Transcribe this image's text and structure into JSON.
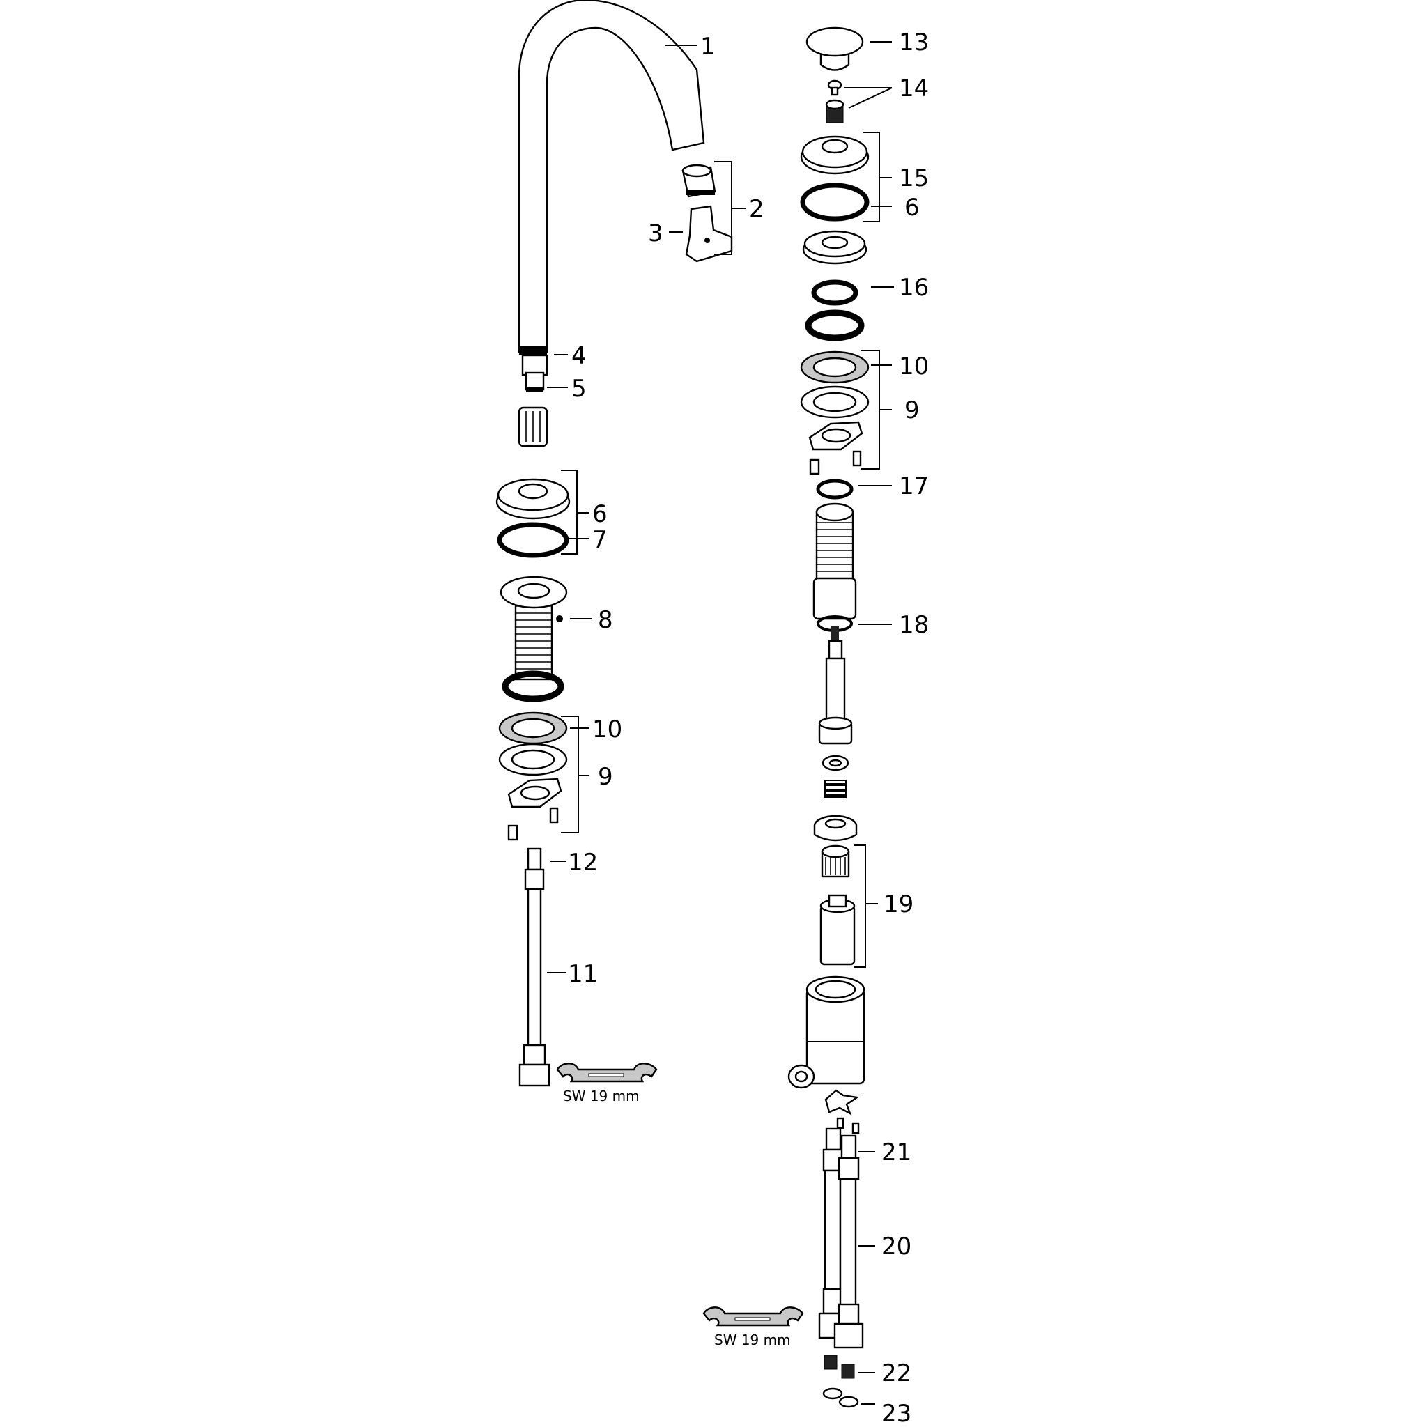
{
  "diagram": {
    "type": "exploded-parts-view",
    "background": "#ffffff",
    "ring_gray": "#c8c8c8",
    "callouts": [
      {
        "id": "c1",
        "label": "1"
      },
      {
        "id": "c2",
        "label": "2"
      },
      {
        "id": "c3",
        "label": "3"
      },
      {
        "id": "c4",
        "label": "4"
      },
      {
        "id": "c5",
        "label": "5"
      },
      {
        "id": "c6a",
        "label": "6"
      },
      {
        "id": "c7",
        "label": "7"
      },
      {
        "id": "c8",
        "label": "8"
      },
      {
        "id": "c10a",
        "label": "10"
      },
      {
        "id": "c9a",
        "label": "9"
      },
      {
        "id": "c12",
        "label": "12"
      },
      {
        "id": "c11",
        "label": "11"
      },
      {
        "id": "c13",
        "label": "13"
      },
      {
        "id": "c14",
        "label": "14"
      },
      {
        "id": "c15",
        "label": "15"
      },
      {
        "id": "c6b",
        "label": "6"
      },
      {
        "id": "c16",
        "label": "16"
      },
      {
        "id": "c10b",
        "label": "10"
      },
      {
        "id": "c9b",
        "label": "9"
      },
      {
        "id": "c17",
        "label": "17"
      },
      {
        "id": "c18",
        "label": "18"
      },
      {
        "id": "c19",
        "label": "19"
      },
      {
        "id": "c21",
        "label": "21"
      },
      {
        "id": "c20",
        "label": "20"
      },
      {
        "id": "c22",
        "label": "22"
      },
      {
        "id": "c23",
        "label": "23"
      }
    ],
    "tools": [
      {
        "id": "wrench-left",
        "label": "SW 19 mm"
      },
      {
        "id": "wrench-right",
        "label": "SW 19 mm"
      }
    ]
  }
}
